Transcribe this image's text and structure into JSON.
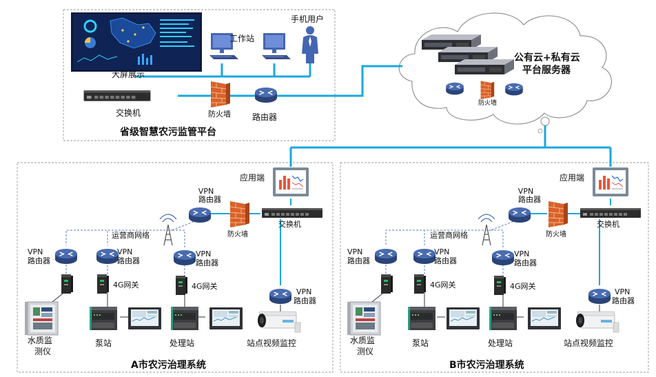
{
  "province": {
    "big_screen": "大屏展示",
    "workstation": "工作站",
    "mobile_user": "手机用户",
    "switch": "交换机",
    "firewall": "防火墙",
    "router": "路由器",
    "title": "省级智慧农污监管平台"
  },
  "cloud": {
    "title_line1": "公有云+私有云",
    "title_line2": "平台服务器",
    "firewall": "防火墙"
  },
  "city_a": {
    "app": "应用端",
    "vpn_router_top_1": "VPN",
    "vpn_router_top_2": "路由器",
    "firewall": "防火墙",
    "switch": "交换机",
    "carrier_network": "运营商网络",
    "vpn1_1": "VPN",
    "vpn1_2": "路由器",
    "vpn2_1": "VPN",
    "vpn2_2": "路由器",
    "vpn3_1": "VPN",
    "vpn3_2": "路由器",
    "vpn4_1": "VPN",
    "vpn4_2": "路由器",
    "gw1": "4G网关",
    "gw2": "4G网关",
    "water_1": "水质监",
    "water_2": "测仪",
    "pump": "泵站",
    "treatment": "处理站",
    "video": "站点视频监控",
    "title": "A市农污治理系统"
  },
  "city_b": {
    "app": "应用端",
    "vpn_router_top_1": "VPN",
    "vpn_router_top_2": "路由器",
    "firewall": "防火墙",
    "switch": "交换机",
    "carrier_network": "运营商网络",
    "vpn1_1": "VPN",
    "vpn1_2": "路由器",
    "vpn2_1": "VPN",
    "vpn2_2": "路由器",
    "vpn3_1": "VPN",
    "vpn3_2": "路由器",
    "vpn4_1": "VPN",
    "vpn4_2": "路由器",
    "gw1": "4G网关",
    "gw2": "4G网关",
    "water_1": "水质监",
    "water_2": "测仪",
    "pump": "泵站",
    "treatment": "处理站",
    "video": "站点视频监控",
    "title": "B市农污治理系统"
  },
  "colors": {
    "link_cyan": "#1aa7de",
    "router_blue": "#3f5c9a",
    "firewall_orange": "#e07a3a",
    "dashed_border": "#9a9a9a"
  }
}
